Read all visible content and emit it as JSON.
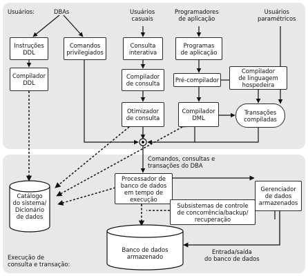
{
  "labels": {
    "usuarios": "Usuários:",
    "dbas": "DBAs",
    "usuarios_casuais_1": "Usuários",
    "usuarios_casuais_2": "casuais",
    "programadores_1": "Programadores",
    "programadores_2": "de aplicação",
    "usuarios_param_1": "Usuários",
    "usuarios_param_2": "paramétricos",
    "comandos_consultas_1": "Comandos, consultas e",
    "comandos_consultas_2": "transações do DBA",
    "execucao_1": "Execução de",
    "execucao_2": "consulta e transação:",
    "entrada_saida_1": "Entrada/saída",
    "entrada_saida_2": "do banco de dados"
  },
  "boxes": {
    "instrucoes_ddl": [
      "Instruções",
      "DDL"
    ],
    "comandos_privilegiados": [
      "Comandos",
      "privilegiados"
    ],
    "consulta_interativa": [
      "Consulta",
      "interativa"
    ],
    "programas_aplicacao": [
      "Programas",
      "de aplicação"
    ],
    "compilador_ddl": [
      "Compilador",
      "DDL"
    ],
    "compilador_consulta": [
      "Compilador",
      "de consulta"
    ],
    "pre_compilador": [
      "Pré-compilador"
    ],
    "compilador_linguagem": [
      "Compilador",
      "de linguagem",
      "hospedeira"
    ],
    "otimizador_consulta": [
      "Otimizador",
      "de consulta"
    ],
    "compilador_dml": [
      "Compilador",
      "DML"
    ],
    "transacoes_compiladas": [
      "Transações",
      "compiladas"
    ],
    "catalogo": [
      "Catálogo",
      "do sistema/",
      "Dicionário",
      "de dados"
    ],
    "processador": [
      "Processador de",
      "banco de dados",
      "em tempo de",
      "execução"
    ],
    "gerenciador": [
      "Gerenciador",
      "de dados",
      "armazenados"
    ],
    "subsistemas": [
      "Subsistemas de controle",
      "de concorrência/backup/",
      "recuperação"
    ],
    "banco_dados": [
      "Banco de dados",
      "armazenado"
    ]
  }
}
